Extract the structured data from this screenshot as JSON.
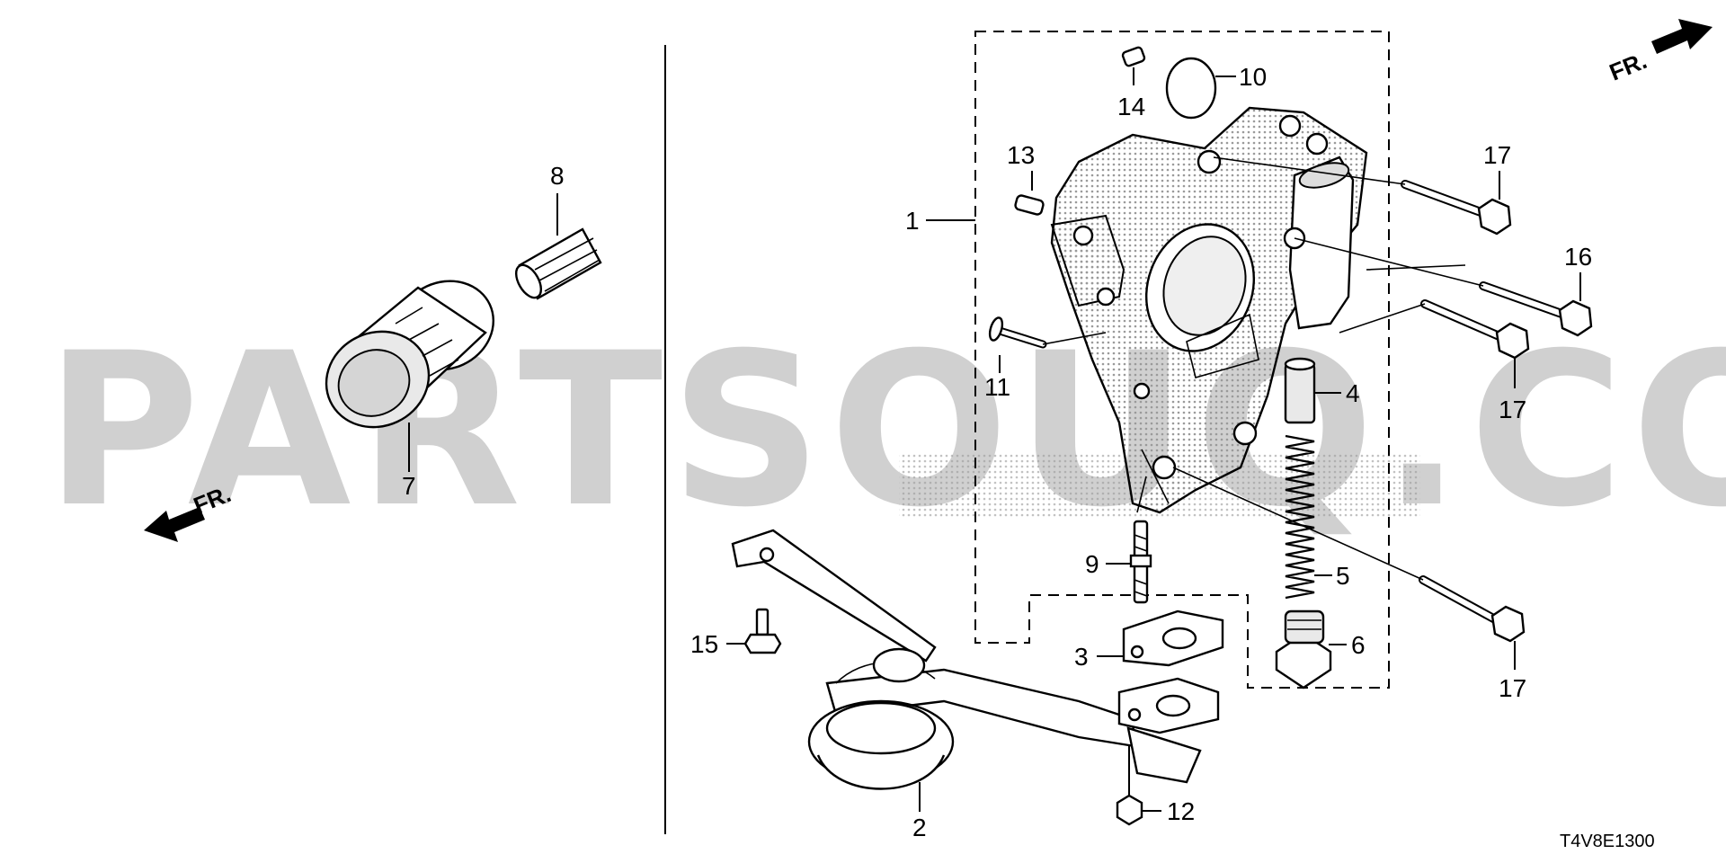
{
  "watermark": "PARTSOUQ.COM",
  "diagram_code": "T4V8E1300",
  "direction_labels": {
    "left": "FR.",
    "right": "FR."
  },
  "callouts": {
    "p1": "1",
    "p2": "2",
    "p3": "3",
    "p4": "4",
    "p5": "5",
    "p6": "6",
    "p7": "7",
    "p8": "8",
    "p9": "9",
    "p10": "10",
    "p11": "11",
    "p12": "12",
    "p13": "13",
    "p14": "14",
    "p15": "15",
    "p16": "16",
    "p17a": "17",
    "p17b": "17",
    "p17c": "17"
  }
}
